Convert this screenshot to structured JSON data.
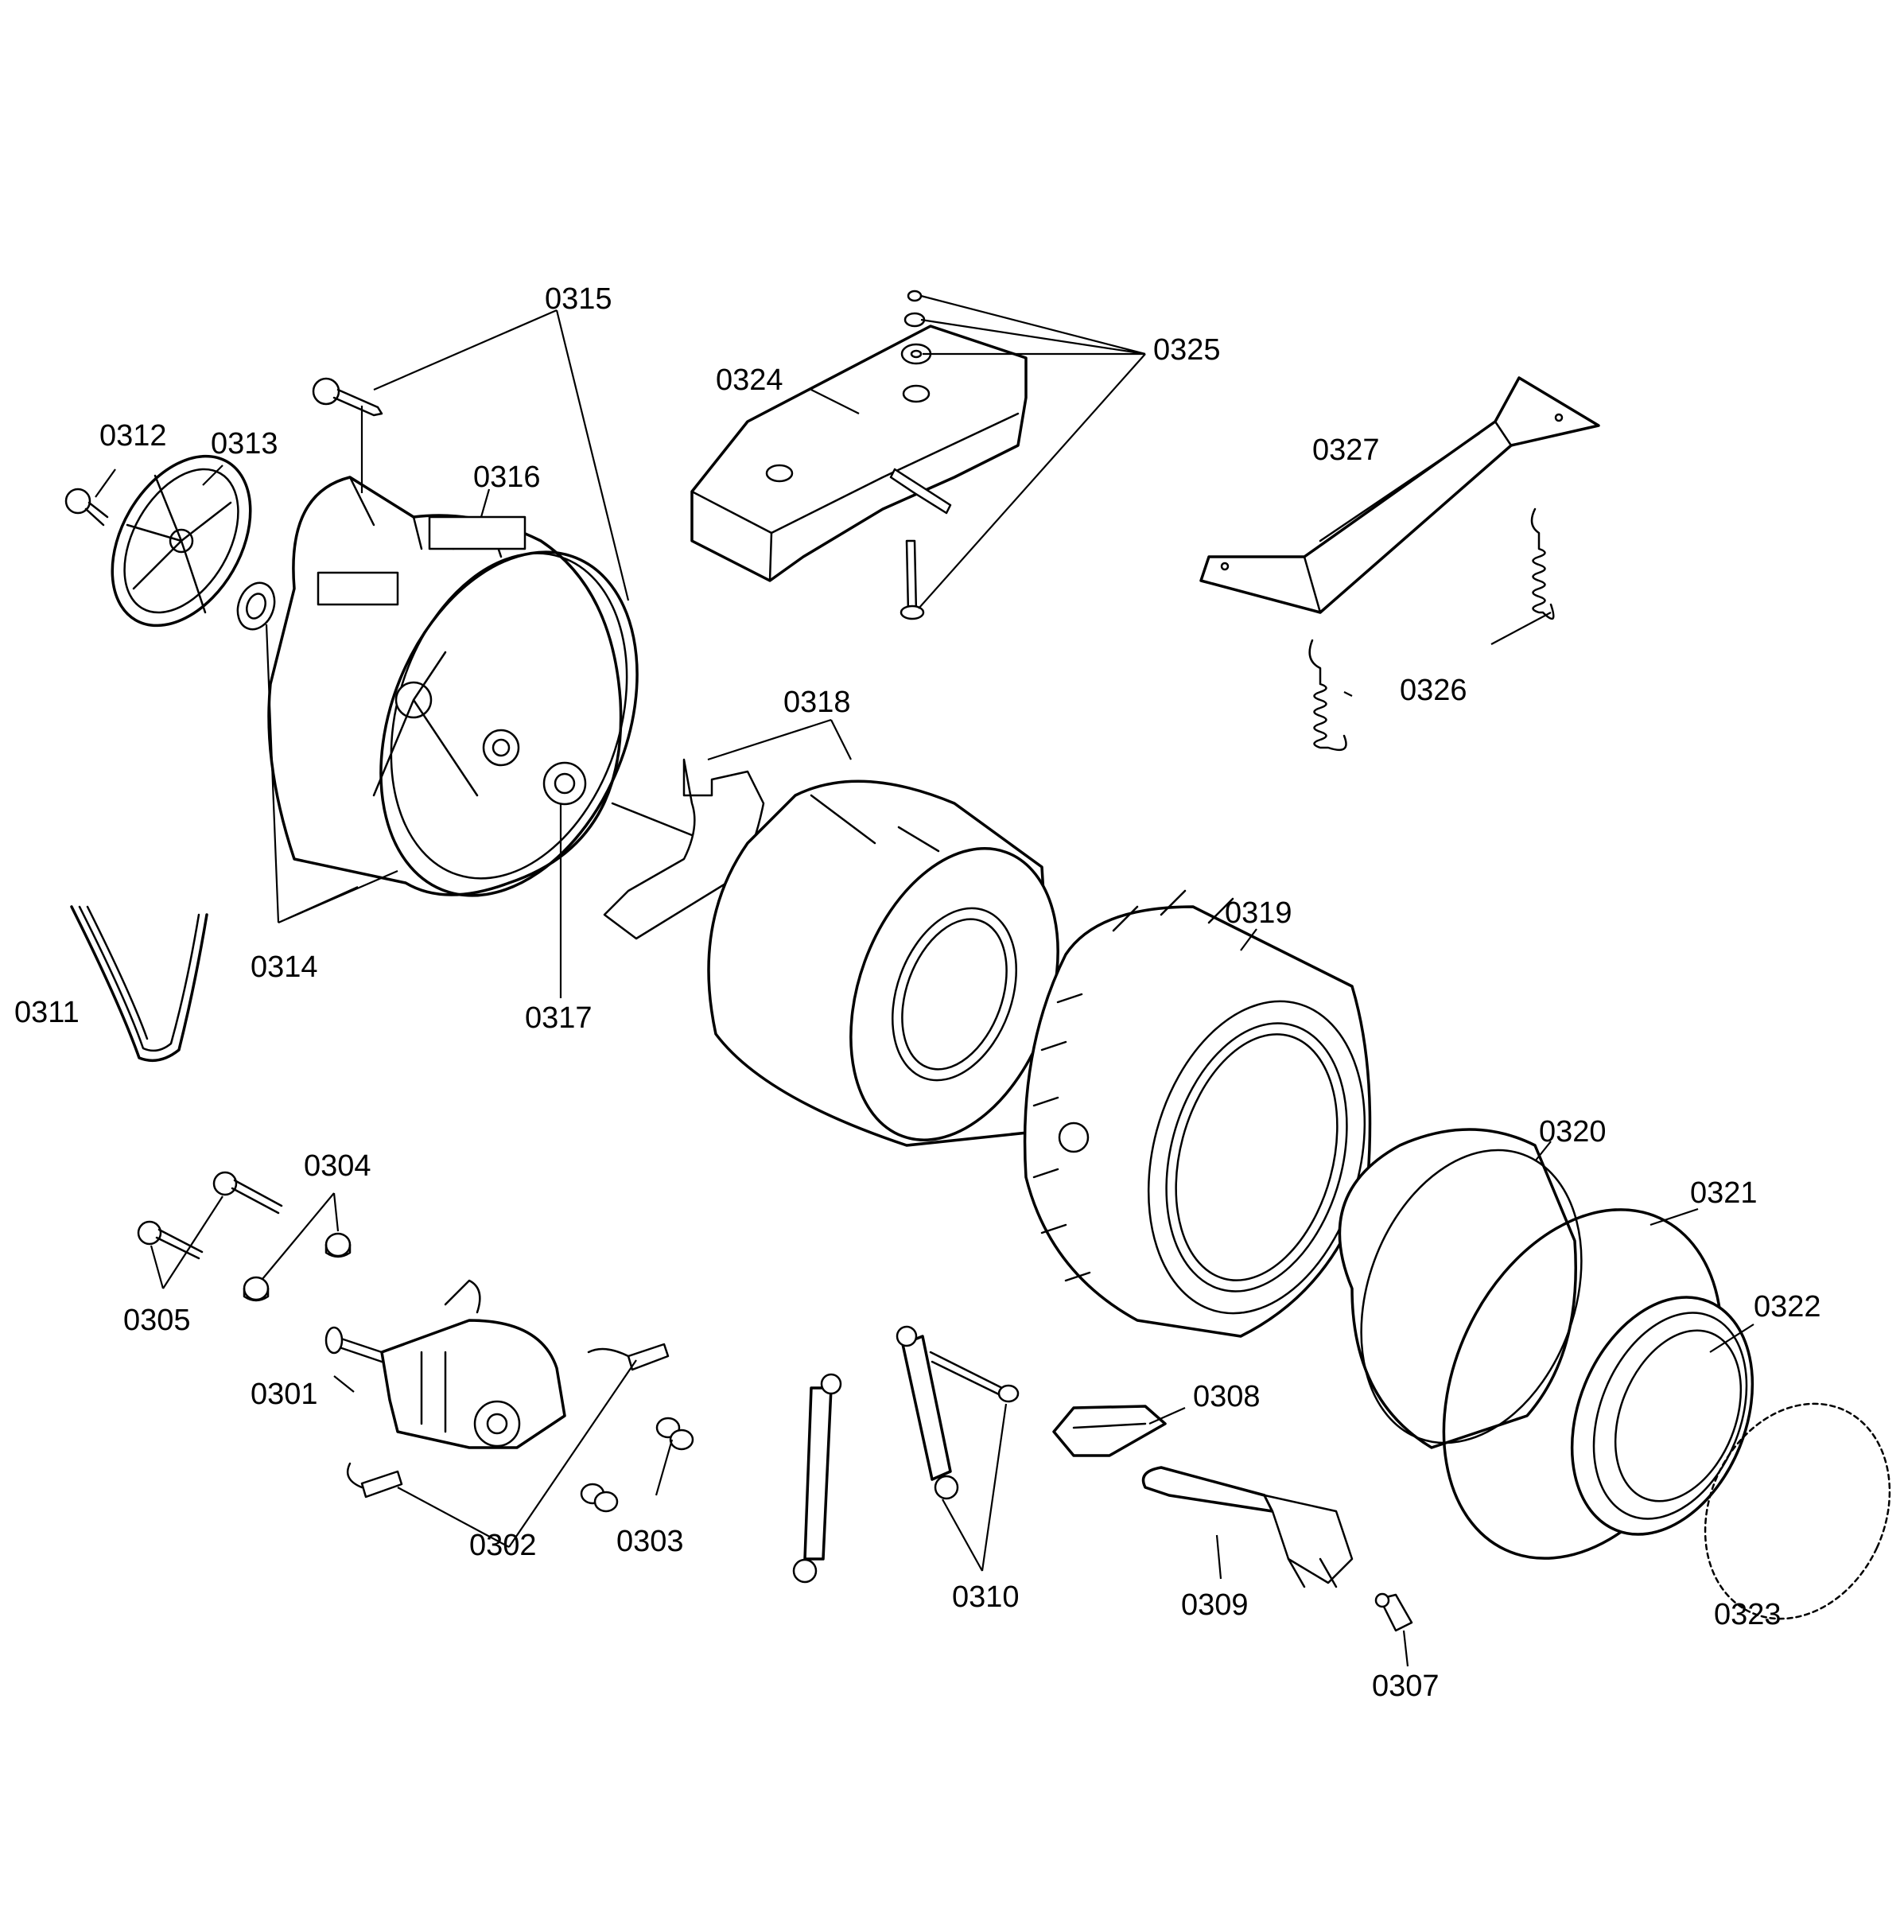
{
  "labels": {
    "p0301": "0301",
    "p0302": "0302",
    "p0303": "0303",
    "p0304": "0304",
    "p0305": "0305",
    "p0307": "0307",
    "p0308": "0308",
    "p0309": "0309",
    "p0310": "0310",
    "p0311": "0311",
    "p0312": "0312",
    "p0313": "0313",
    "p0314": "0314",
    "p0315": "0315",
    "p0316": "0316",
    "p0317": "0317",
    "p0318": "0318",
    "p0319": "0319",
    "p0320": "0320",
    "p0321": "0321",
    "p0322": "0322",
    "p0323": "0323",
    "p0324": "0324",
    "p0325": "0325",
    "p0326": "0326",
    "p0327": "0327"
  }
}
